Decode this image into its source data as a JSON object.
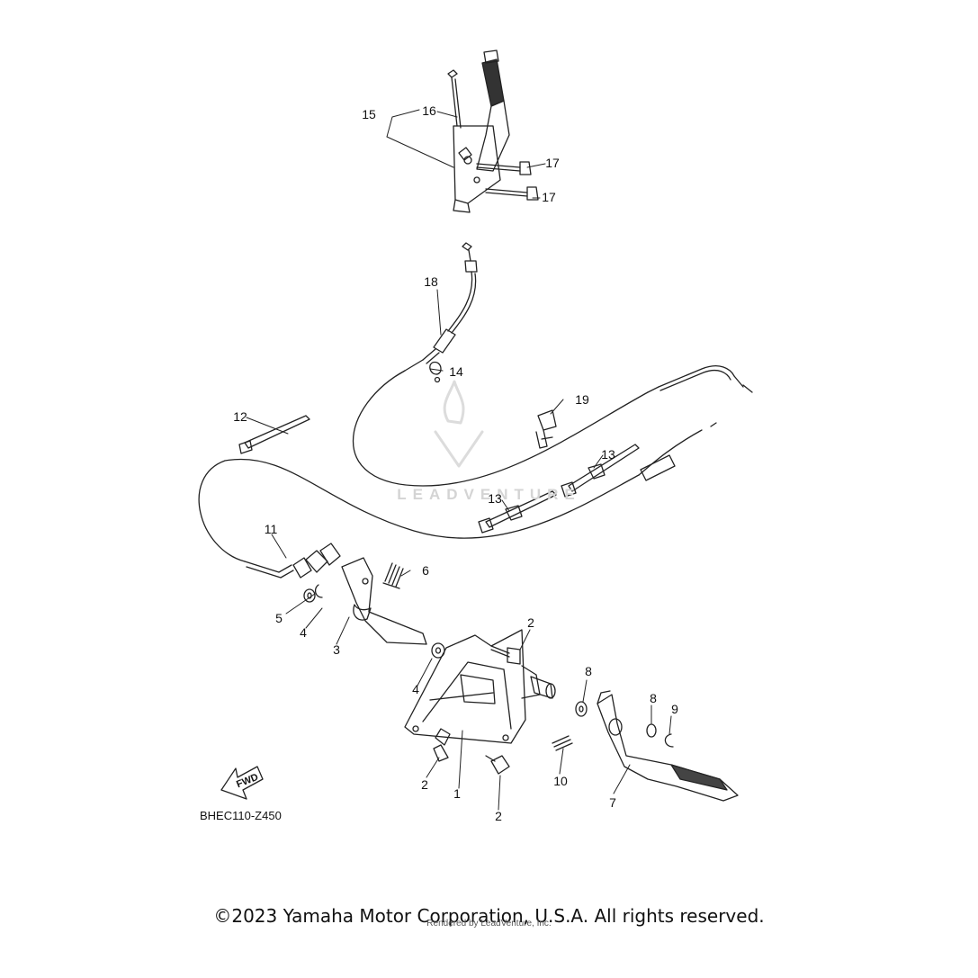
{
  "diagram": {
    "code": "BHEC110-Z450",
    "fwd_label": "FWD",
    "watermark_text": "LEADVENTURE",
    "copyright": "©2023 Yamaha Motor Corporation, U.S.A. All rights reserved.",
    "render_credit": "Rendered by LeadVenture, Inc.",
    "callouts": {
      "c1": "1",
      "c2a": "2",
      "c2b": "2",
      "c2c": "2",
      "c3": "3",
      "c4a": "4",
      "c4b": "4",
      "c5": "5",
      "c6": "6",
      "c7": "7",
      "c8a": "8",
      "c8b": "8",
      "c9": "9",
      "c10": "10",
      "c11": "11",
      "c12": "12",
      "c13a": "13",
      "c13b": "13",
      "c14": "14",
      "c15": "15",
      "c16": "16",
      "c17a": "17",
      "c17b": "17",
      "c18": "18",
      "c19": "19"
    }
  }
}
